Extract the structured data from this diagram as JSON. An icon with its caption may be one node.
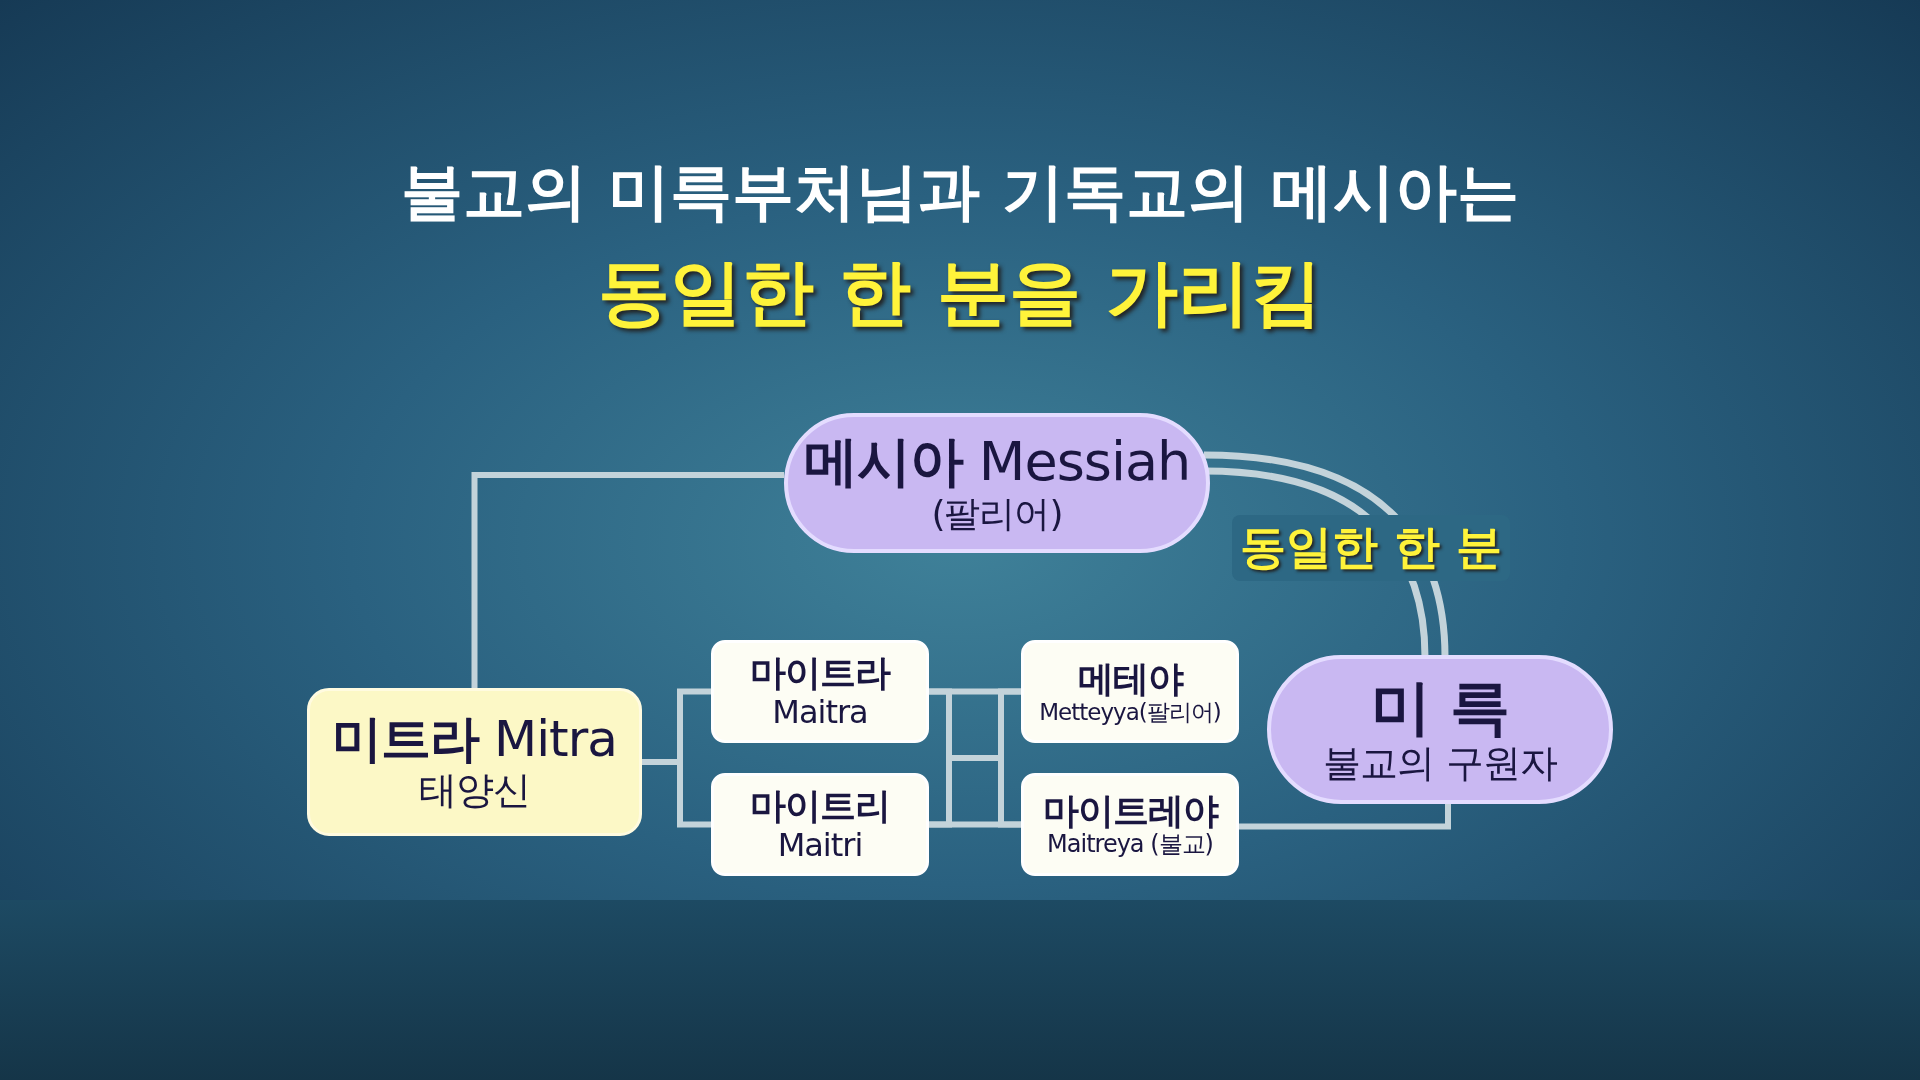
{
  "diagram": {
    "title": "불교의 미륵부처님과 기독교의 메시아는",
    "nodes": [
      {
        "text": [
          "**메시아** Messiah",
          "(팔리어)"
        ]
      },
      {
        "text": [
          "**미트라** Mitra",
          "태양신"
        ]
      },
      {
        "text": [
          "마이트라",
          "Maitra"
        ]
      },
      {
        "text": [
          "마이트리",
          "Maitri"
        ]
      },
      {
        "text": [
          "메테야",
          "Metteyya(팔리어)"
        ]
      },
      {
        "text": [
          "마이트레야",
          "Maitreya (불교)"
        ]
      },
      {
        "text": [
          "미 륵",
          "불교의 구원자"
        ]
      }
    ],
    "edges": [
      {
        "from": 1,
        "to": 0,
        "arrow": "none"
      },
      {
        "from": 1,
        "to": 2,
        "arrow": "none"
      },
      {
        "from": 1,
        "to": 3,
        "arrow": "none"
      },
      {
        "from": 2,
        "to": 4,
        "arrow": "none"
      },
      {
        "from": 2,
        "to": 5,
        "arrow": "none"
      },
      {
        "from": 3,
        "to": 4,
        "arrow": "none"
      },
      {
        "from": 3,
        "to": 5,
        "arrow": "none"
      },
      {
        "from": 5,
        "to": 6,
        "arrow": "none"
      },
      {
        "from": 0,
        "to": 6,
        "arrow": "none",
        "label": "동일한 한 분"
      }
    ],
    "labels": [
      "동일한 한 분을 가리킴"
    ]
  }
}
